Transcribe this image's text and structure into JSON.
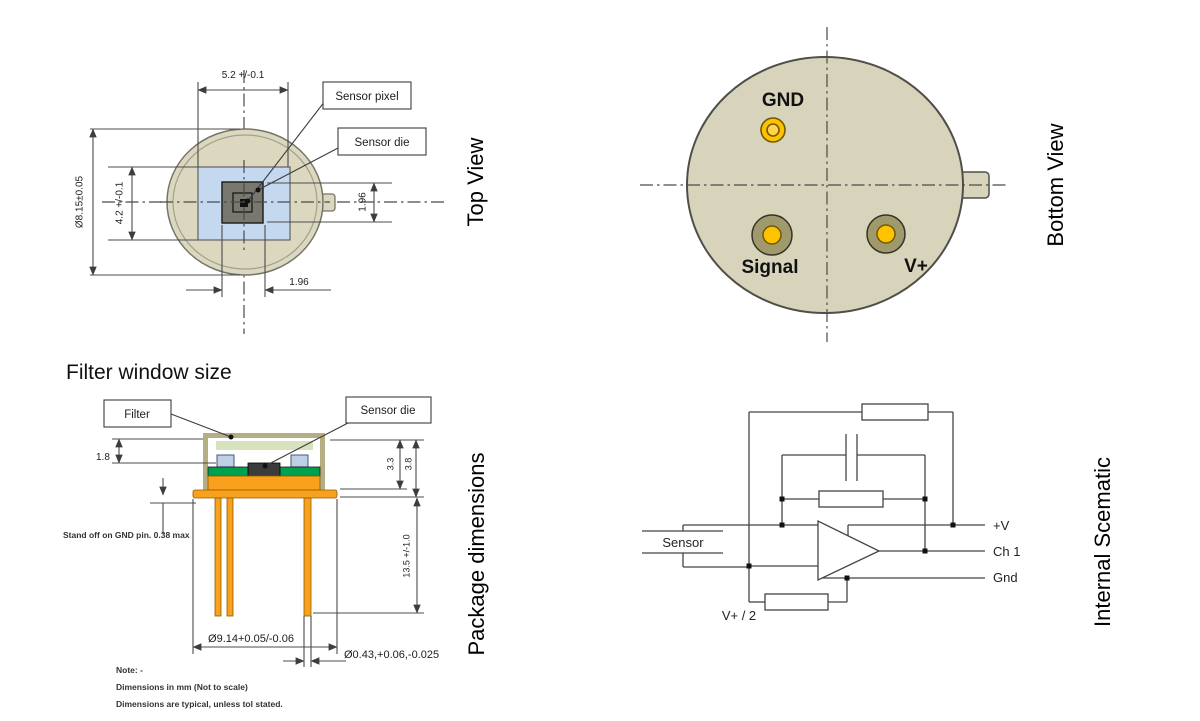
{
  "top_view": {
    "side_label": "Top View",
    "dim_width": "5.2 +/-0.1",
    "dim_diameter": "Ø8.15±0.05",
    "dim_window_height": "4.2 +/-0.1",
    "dim_die_height": "1.96",
    "dim_die_width": "1.96",
    "callout_pixel": "Sensor pixel",
    "callout_die": "Sensor die"
  },
  "bottom_view": {
    "side_label": "Bottom View",
    "pin_gnd": "GND",
    "pin_signal": "Signal",
    "pin_vplus": "V+"
  },
  "package_view": {
    "heading": "Filter window size",
    "side_label": "Package dimensions",
    "callout_filter": "Filter",
    "callout_die": "Sensor die",
    "dim_filter_depth": "1.8",
    "dim_cavity": "3.3",
    "dim_cap_height": "3.8",
    "dim_pin_length": "13.5 +/-1.0",
    "standoff_note": "Stand off on GND pin. 0.38 max",
    "dim_flange_dia": "Ø9.14+0.05/-0.06",
    "dim_pin_dia": "Ø0.43,+0.06,-0.025",
    "notes": {
      "line1": "Note: -",
      "line2": "Dimensions in mm (Not to scale)",
      "line3": "Dimensions are typical, unless tol stated."
    }
  },
  "schematic": {
    "side_label": "Internal Scematic",
    "sensor_label": "Sensor",
    "divider_label": "V+ / 2",
    "terminal_vplus": "+V",
    "terminal_ch1": "Ch 1",
    "terminal_gnd": "Gnd"
  },
  "colors": {
    "package_tan": "#dcd8c0",
    "window_blue": "#c4d8ef",
    "die_gray": "#78786f",
    "pcb_green": "#00a14e",
    "filter_green": "#d7e3bd",
    "header_orange": "#f9a11c",
    "pin_yellow": "#fec200",
    "line_dark": "#3d3d3d"
  }
}
